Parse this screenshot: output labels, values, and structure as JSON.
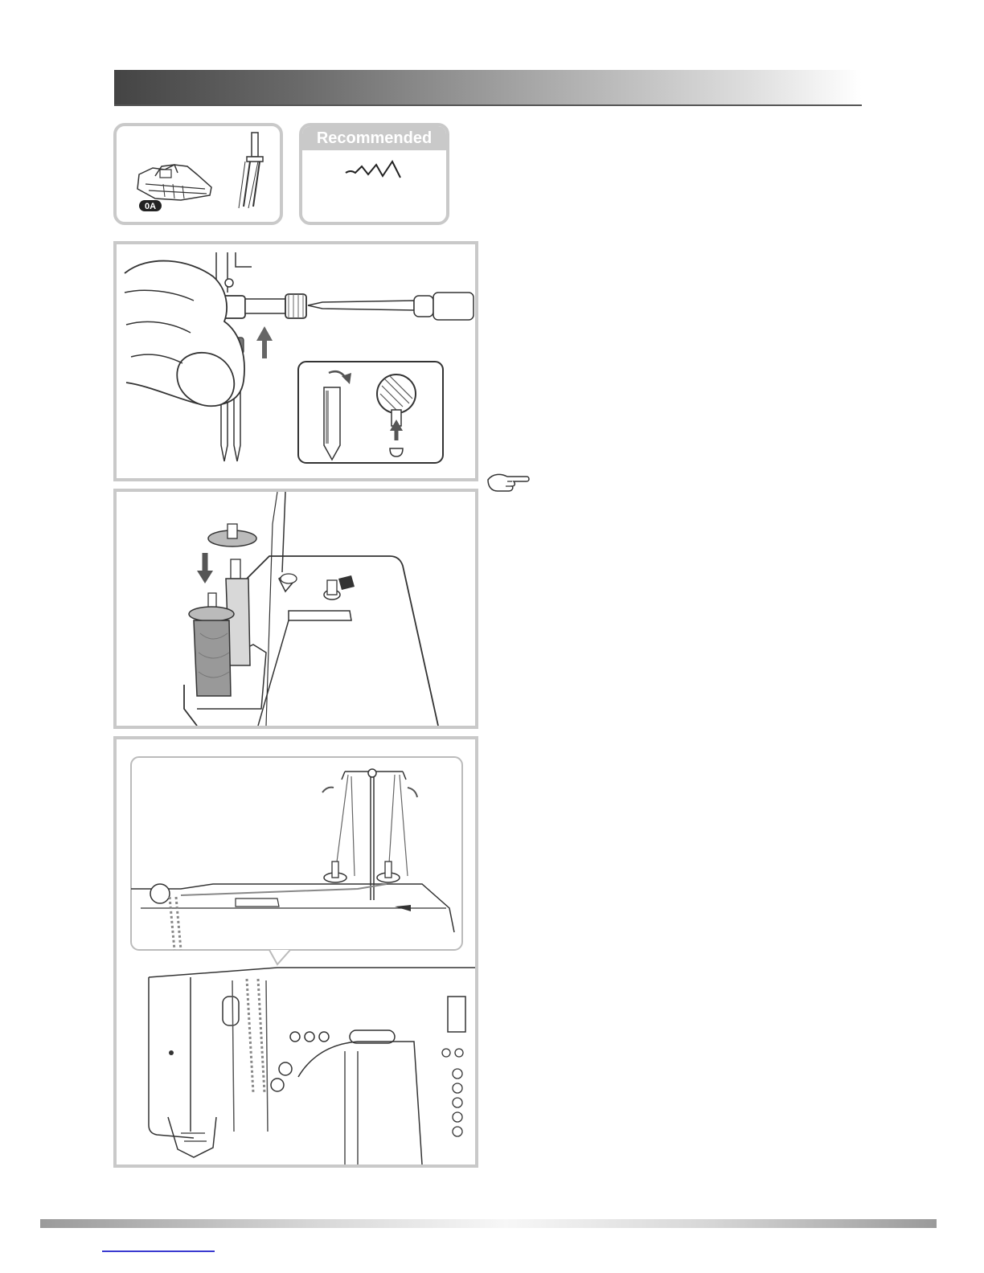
{
  "header": {
    "title": ""
  },
  "accessories": {
    "presser_foot_code": "0A",
    "presser_foot_icon": "presser-foot-icon",
    "needle_icon": "twin-needle-icon"
  },
  "recommended": {
    "label": "Recommended",
    "stitch_icon": "zigzag-stitch-icon"
  },
  "figures": [
    {
      "name": "insert-twin-needle",
      "icons": [
        "hand-icon",
        "screwdriver-icon",
        "arrow-up-icon",
        "needle-flat-side-icon"
      ]
    },
    {
      "name": "attach-second-spool",
      "icons": [
        "spool-cap-icon",
        "arrow-down-icon",
        "thread-spool-icon"
      ]
    },
    {
      "name": "thread-upper-threads",
      "icons": [
        "thread-guide-icon",
        "sewing-machine-icon"
      ]
    }
  ],
  "note": {
    "icon": "pointing-hand-icon"
  },
  "colors": {
    "panel_border": "#c9c9c9",
    "header_dark": "#444444",
    "footer_link": "#3a3ad0"
  }
}
